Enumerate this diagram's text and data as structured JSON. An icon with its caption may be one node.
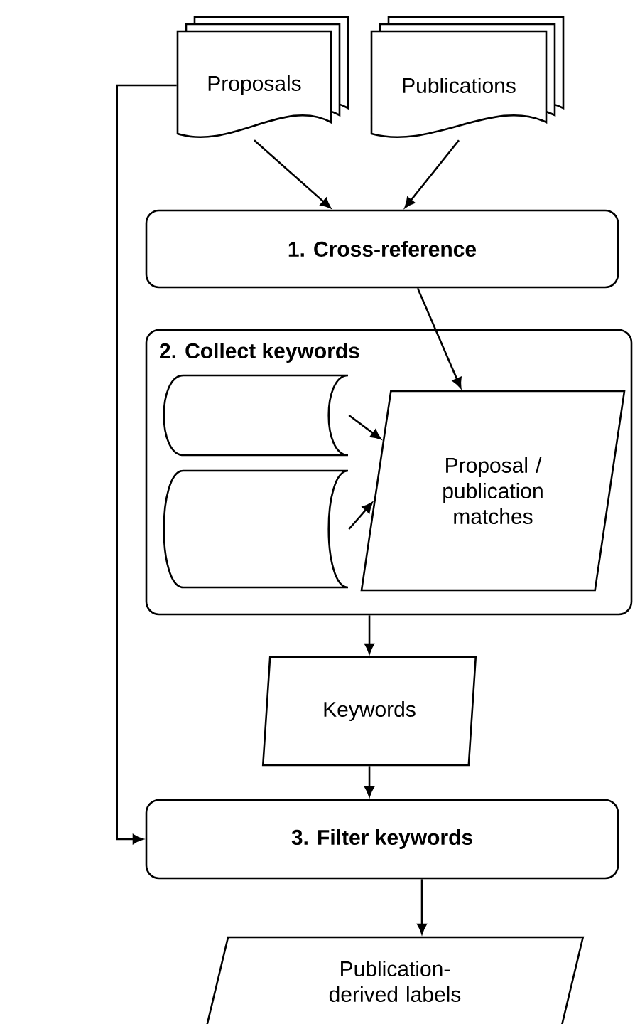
{
  "diagram": {
    "nodes": [
      {
        "text": [
          "Proposals"
        ]
      },
      {
        "text": [
          "Publications"
        ]
      },
      {
        "text": [
          "1. Cross-reference"
        ]
      },
      {
        "text": [
          "2. Collect keywords"
        ]
      },
      {
        "text": [],
        "shape": "cylinder",
        "in": 3
      },
      {
        "text": [],
        "shape": "cylinder",
        "in": 3
      },
      {
        "text": [
          "Proposal / publication matches"
        ],
        "in": 3
      },
      {
        "text": [
          "Keywords"
        ]
      },
      {
        "text": [
          "3. Filter keywords"
        ]
      },
      {
        "text": [
          "Publication-derived labels"
        ]
      }
    ],
    "edges": [
      {
        "from": 0,
        "to": 2,
        "arrow": "to"
      },
      {
        "from": 1,
        "to": 2,
        "arrow": "to"
      },
      {
        "from": 2,
        "to": 6,
        "arrow": "to"
      },
      {
        "from": 4,
        "to": 6,
        "arrow": "to"
      },
      {
        "from": 5,
        "to": 6,
        "arrow": "to"
      },
      {
        "from": 3,
        "to": 7,
        "arrow": "to"
      },
      {
        "from": 7,
        "to": 8,
        "arrow": "to"
      },
      {
        "from": 8,
        "to": 9,
        "arrow": "to"
      },
      {
        "from": 0,
        "to": 8,
        "arrow": "to"
      }
    ]
  }
}
